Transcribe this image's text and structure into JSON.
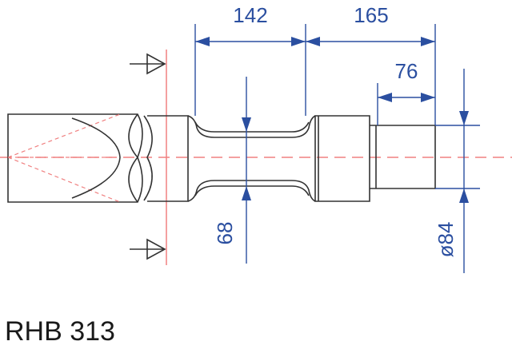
{
  "model": "RHB 313",
  "dimensions": {
    "length_a": "142",
    "length_b": "165",
    "length_c": "76",
    "width_collar": "68",
    "diameter_shank": "ø84"
  },
  "colors": {
    "dimension": "#2b4fa0",
    "centerline": "#f08080",
    "outline": "#333333"
  }
}
